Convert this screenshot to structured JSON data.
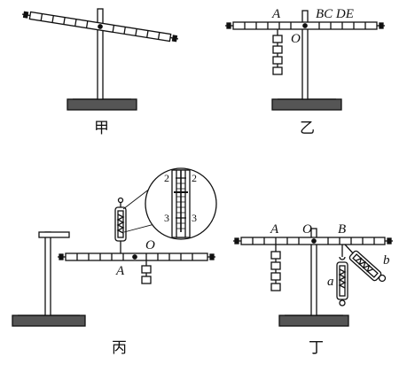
{
  "panels": {
    "jia": {
      "caption": "甲"
    },
    "yi": {
      "caption": "乙",
      "labels": {
        "A": "A",
        "O": "O",
        "BCDE": "BC DE"
      }
    },
    "bing": {
      "caption": "丙",
      "labels": {
        "A": "A",
        "O": "O"
      },
      "scale": {
        "left_top": "2",
        "left_bottom": "3",
        "right_top": "2",
        "right_bottom": "3"
      }
    },
    "ding": {
      "caption": "丁",
      "labels": {
        "A": "A",
        "O": "O",
        "B": "B",
        "a": "a",
        "b": "b"
      }
    }
  }
}
